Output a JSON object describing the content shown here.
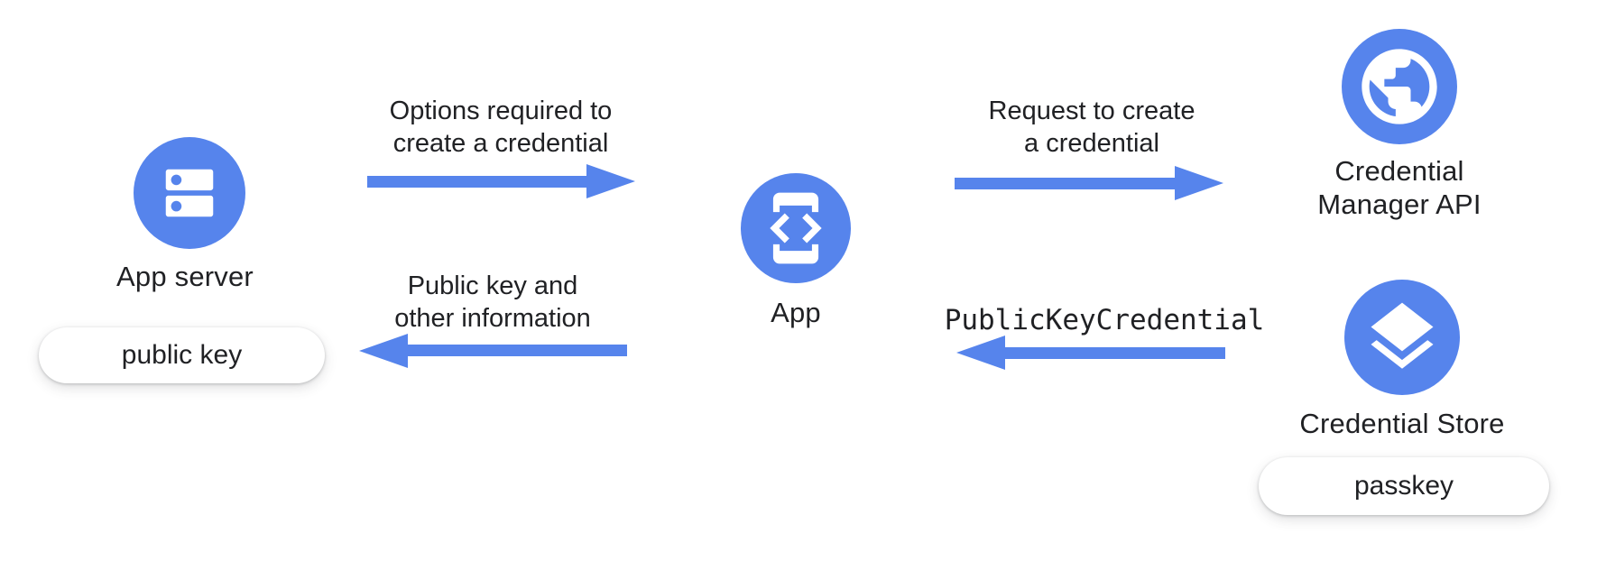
{
  "colors": {
    "accent_blue": "#5684EC",
    "text": "#202124",
    "badge_bg": "#FFFFFF",
    "background": "#FFFFFF"
  },
  "nodes": {
    "app_server": {
      "label": "App server",
      "badge": "public key",
      "icon": "server-icon"
    },
    "app": {
      "label": "App",
      "icon": "phone-code-icon"
    },
    "credential_manager_api": {
      "label_line1": "Credential",
      "label_line2": "Manager API",
      "icon": "globe-icon"
    },
    "credential_store": {
      "label": "Credential Store",
      "badge": "passkey",
      "icon": "layers-icon"
    }
  },
  "arrows": {
    "options_to_create": {
      "label_line1": "Options required to",
      "label_line2": "create a credential",
      "direction": "right",
      "from": "App server",
      "to": "App"
    },
    "request_to_create": {
      "label_line1": "Request to create",
      "label_line2": "a credential",
      "direction": "right",
      "from": "App",
      "to": "Credential Manager API"
    },
    "public_key_info": {
      "label_line1": "Public key and",
      "label_line2": "other information",
      "direction": "left",
      "from": "App",
      "to": "App server"
    },
    "public_key_credential": {
      "label": "PublicKeyCredential",
      "direction": "left",
      "from": "Credential Store",
      "to": "App"
    }
  }
}
